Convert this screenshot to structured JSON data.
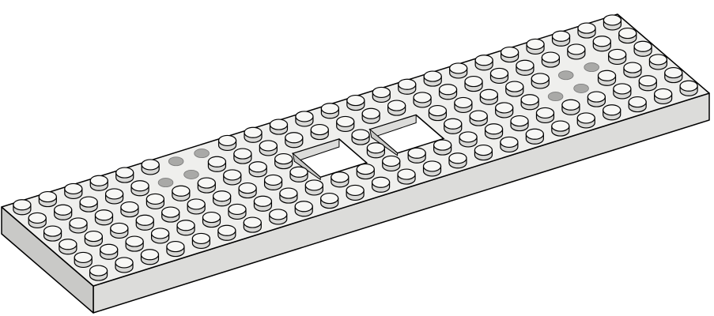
{
  "object": {
    "kind": "plate",
    "studs_long": 24,
    "studs_short": 6,
    "colors": {
      "top": "#efefed",
      "front": "#dcdcda",
      "end": "#c9c9c7",
      "stud_side": "#d8d8d6",
      "stud_top": "#f7f7f5",
      "outline": "#000000",
      "hole_shadow": "#a9a9a7"
    },
    "holes": [
      {
        "i": [
          10,
          11
        ],
        "j": [
          2,
          3
        ]
      },
      {
        "i": [
          13,
          14
        ],
        "j": [
          2,
          3
        ]
      }
    ],
    "missing_studs": [
      {
        "i": 5,
        "j": 1
      },
      {
        "i": 6,
        "j": 1
      },
      {
        "i": 6,
        "j": 0
      },
      {
        "i": 7,
        "j": 0
      },
      {
        "i": 19,
        "j": 3
      },
      {
        "i": 20,
        "j": 3
      },
      {
        "i": 20,
        "j": 2
      },
      {
        "i": 21,
        "j": 2
      }
    ]
  }
}
